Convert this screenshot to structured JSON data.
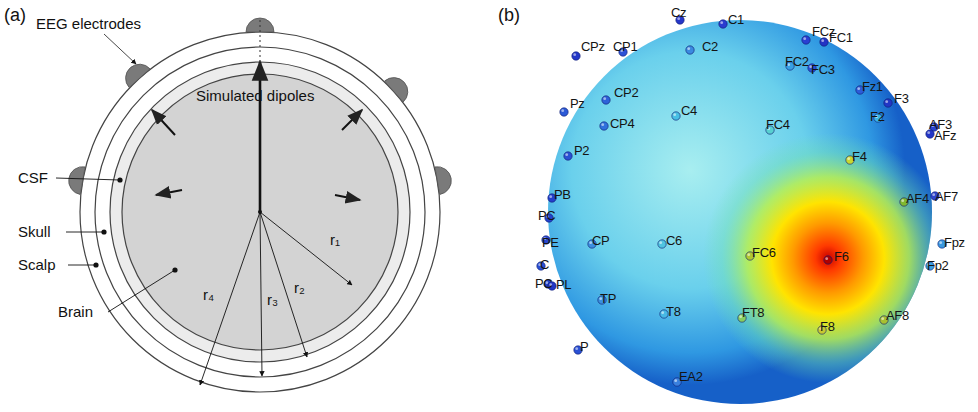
{
  "diagram": {
    "labels": [
      "(a)",
      "EEG electrodes",
      "Simulated dipoles",
      "CSF",
      "Skull",
      "Scalp",
      "Brain",
      "r₁",
      "r₂",
      "r₃",
      "r₄",
      "(b)",
      "Cz",
      "C1",
      "FCz",
      "FC1",
      "CPz",
      "CP1",
      "C2",
      "FC2",
      "FC3",
      "Fz1",
      "F3",
      "F2",
      "AF3",
      "AFz",
      "Pz",
      "CP2",
      "P2",
      "CP4",
      "C4",
      "FC4",
      "F4",
      "AF4",
      "AF7",
      "Fpz",
      "Fp2",
      "PB",
      "PC",
      "PE",
      "CP",
      "C6",
      "FC6",
      "F6",
      "C",
      "PC",
      "PL",
      "TP",
      "T8",
      "FT8",
      "F8",
      "AF8",
      "P",
      "EA2"
    ]
  }
}
